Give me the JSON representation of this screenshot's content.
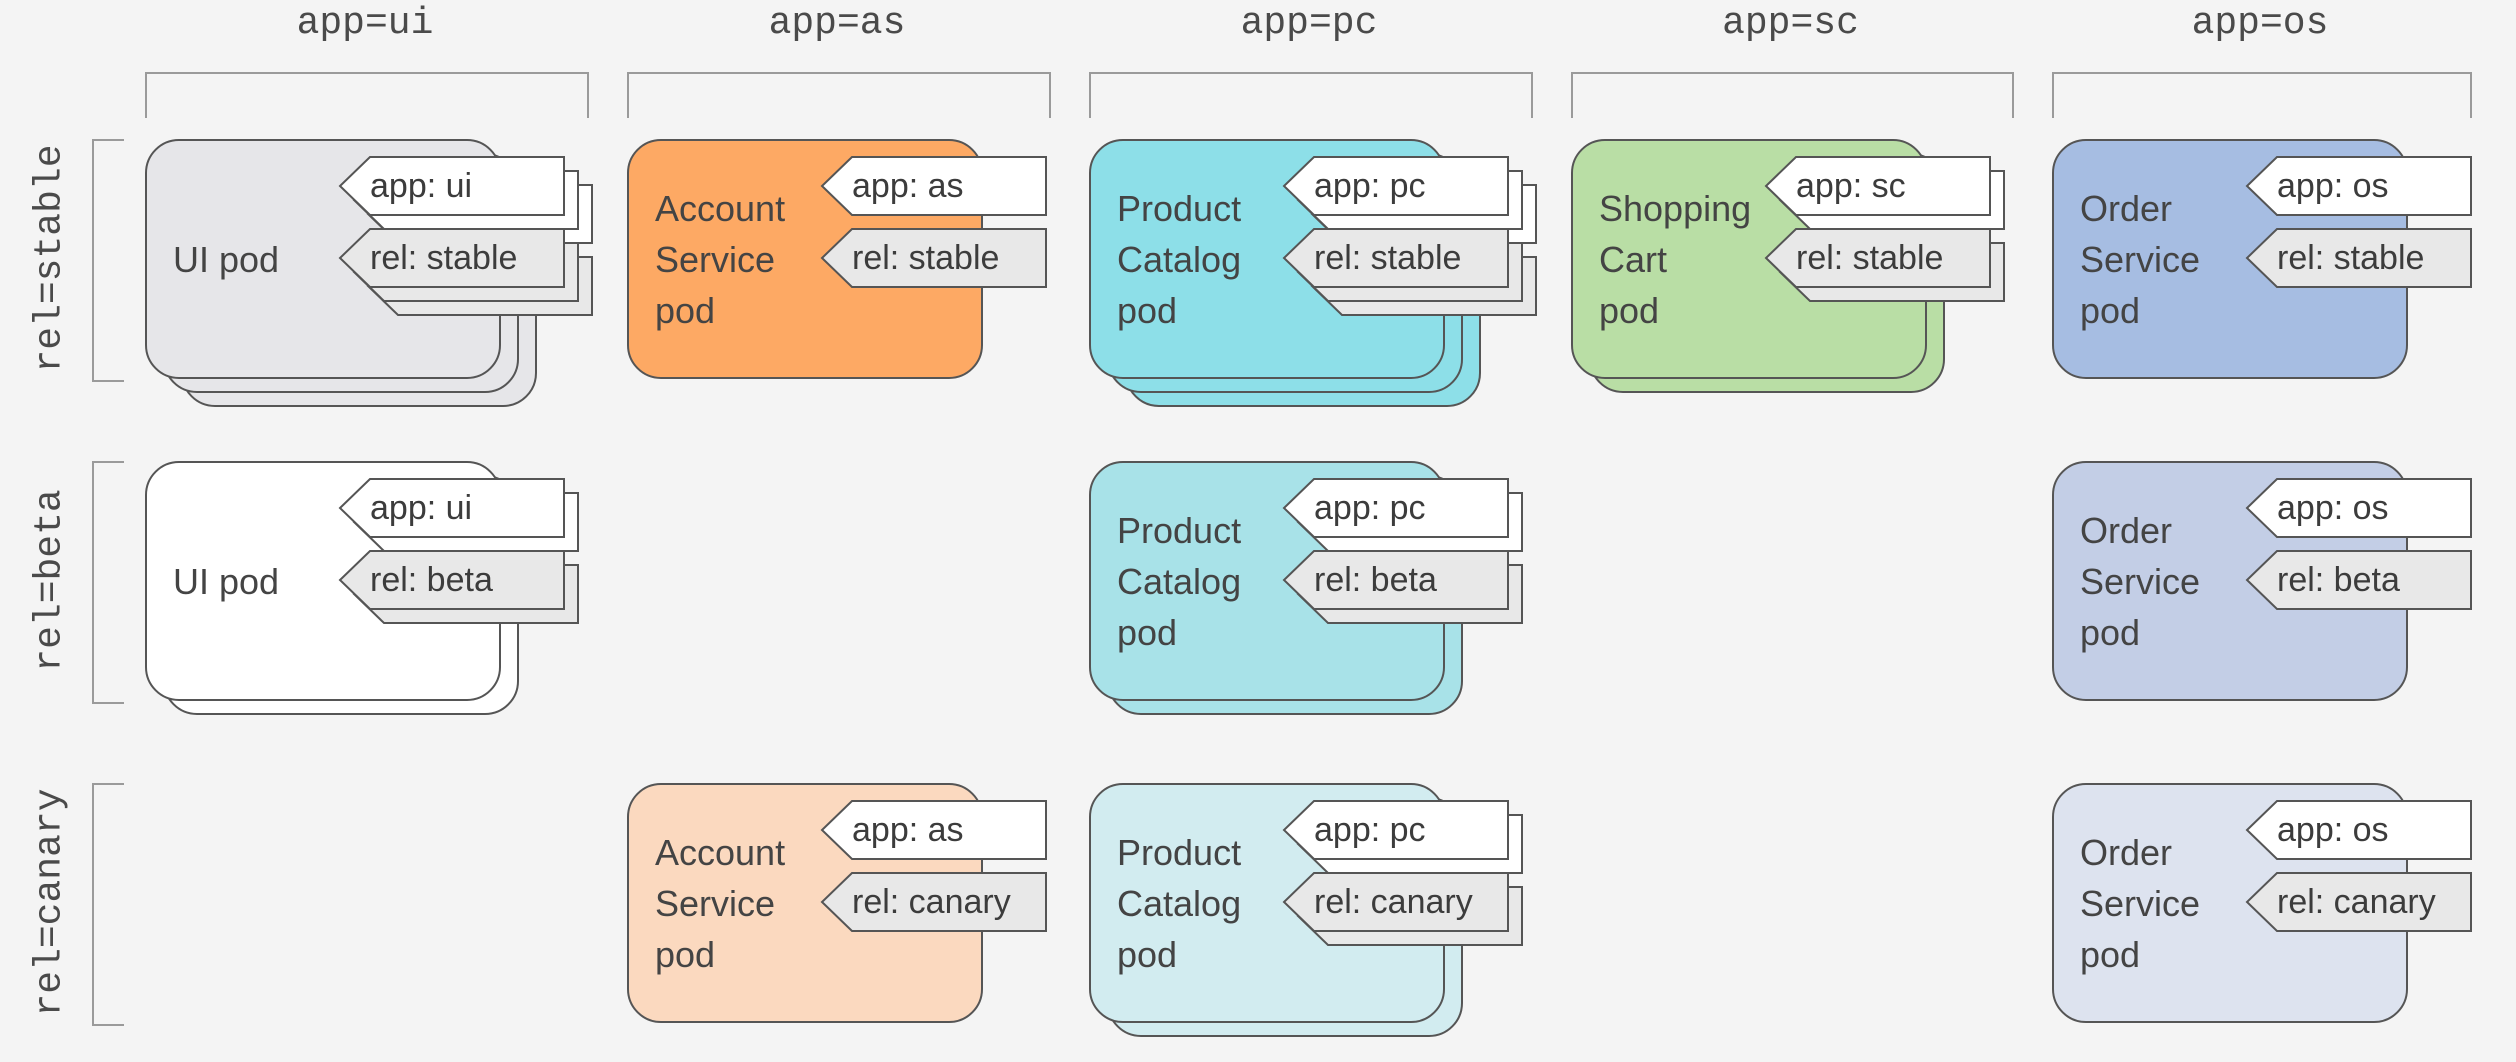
{
  "columns": [
    {
      "id": "ui",
      "label": "app=ui"
    },
    {
      "id": "as",
      "label": "app=as"
    },
    {
      "id": "pc",
      "label": "app=pc"
    },
    {
      "id": "sc",
      "label": "app=sc"
    },
    {
      "id": "os",
      "label": "app=os"
    }
  ],
  "rows": [
    {
      "id": "stable",
      "label": "rel=stable"
    },
    {
      "id": "beta",
      "label": "rel=beta"
    },
    {
      "id": "canary",
      "label": "rel=canary"
    }
  ],
  "pods": [
    {
      "col": "ui",
      "row": "stable",
      "name": "UI pod",
      "stack": 3,
      "app_tag": "app: ui",
      "rel_tag": "rel: stable",
      "color": "#e6e6e9",
      "tag_stack": 3
    },
    {
      "col": "as",
      "row": "stable",
      "name": "Account\nService\npod",
      "stack": 1,
      "app_tag": "app: as",
      "rel_tag": "rel: stable",
      "color": "#fda964",
      "tag_stack": 1
    },
    {
      "col": "pc",
      "row": "stable",
      "name": "Product\nCatalog\npod",
      "stack": 3,
      "app_tag": "app: pc",
      "rel_tag": "rel: stable",
      "color": "#8ddfe8",
      "tag_stack": 3
    },
    {
      "col": "sc",
      "row": "stable",
      "name": "Shopping\nCart\npod",
      "stack": 2,
      "app_tag": "app: sc",
      "rel_tag": "rel: stable",
      "color": "#b9dea5",
      "tag_stack": 2
    },
    {
      "col": "os",
      "row": "stable",
      "name": "Order\nService\npod",
      "stack": 1,
      "app_tag": "app: os",
      "rel_tag": "rel: stable",
      "color": "#a6bde2",
      "tag_stack": 1
    },
    {
      "col": "ui",
      "row": "beta",
      "name": "UI pod",
      "stack": 2,
      "app_tag": "app: ui",
      "rel_tag": "rel: beta",
      "color": "#ffffff",
      "tag_stack": 2
    },
    {
      "col": "pc",
      "row": "beta",
      "name": "Product\nCatalog\npod",
      "stack": 2,
      "app_tag": "app: pc",
      "rel_tag": "rel: beta",
      "color": "#a8e2e8",
      "tag_stack": 2
    },
    {
      "col": "os",
      "row": "beta",
      "name": "Order\nService\npod",
      "stack": 1,
      "app_tag": "app: os",
      "rel_tag": "rel: beta",
      "color": "#c3cee6",
      "tag_stack": 1
    },
    {
      "col": "as",
      "row": "canary",
      "name": "Account\nService\npod",
      "stack": 1,
      "app_tag": "app: as",
      "rel_tag": "rel: canary",
      "color": "#fbd9bf",
      "tag_stack": 1
    },
    {
      "col": "pc",
      "row": "canary",
      "name": "Product\nCatalog\npod",
      "stack": 2,
      "app_tag": "app: pc",
      "rel_tag": "rel: canary",
      "color": "#d2ecf0",
      "tag_stack": 2
    },
    {
      "col": "os",
      "row": "canary",
      "name": "Order\nService\npod",
      "stack": 1,
      "app_tag": "app: os",
      "rel_tag": "rel: canary",
      "color": "#dde3ef",
      "tag_stack": 1
    }
  ]
}
